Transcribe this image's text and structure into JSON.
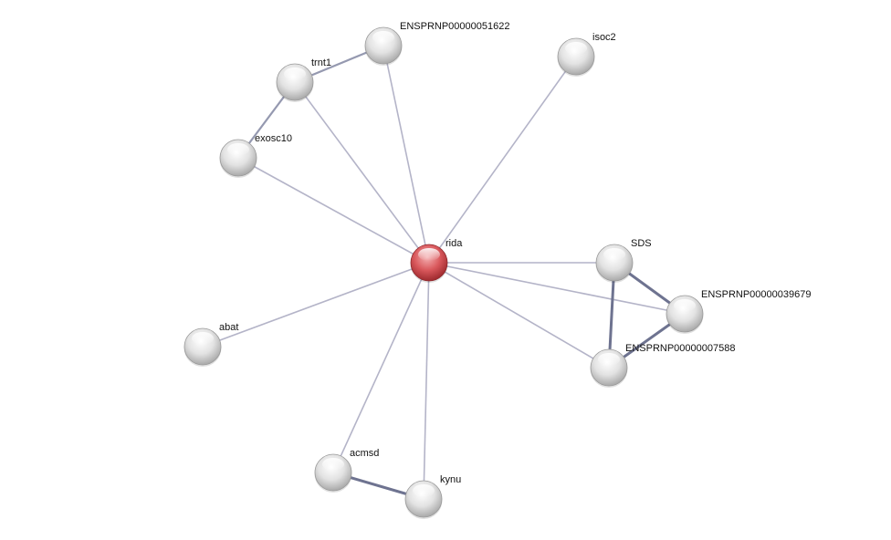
{
  "network": {
    "colors": {
      "query_node": "#d9454a",
      "node": "#e8e8e8",
      "edge": "#b4b4c8",
      "strong_edge": "#6e7390"
    },
    "nodes": [
      {
        "id": "rida",
        "label": "rida",
        "query": true
      },
      {
        "id": "n51622",
        "label": "ENSPRNP00000051622"
      },
      {
        "id": "isoc2",
        "label": "isoc2"
      },
      {
        "id": "trnt1",
        "label": "trnt1"
      },
      {
        "id": "exosc10",
        "label": "exosc10"
      },
      {
        "id": "SDS",
        "label": "SDS"
      },
      {
        "id": "n39679",
        "label": "ENSPRNP00000039679"
      },
      {
        "id": "n7588",
        "label": "ENSPRNP00000007588"
      },
      {
        "id": "abat",
        "label": "abat"
      },
      {
        "id": "acmsd",
        "label": "acmsd"
      },
      {
        "id": "kynu",
        "label": "kynu"
      }
    ],
    "edges": [
      {
        "from": "rida",
        "to": "n51622",
        "strength": "weak"
      },
      {
        "from": "rida",
        "to": "isoc2",
        "strength": "weak"
      },
      {
        "from": "rida",
        "to": "trnt1",
        "strength": "weak"
      },
      {
        "from": "rida",
        "to": "exosc10",
        "strength": "weak"
      },
      {
        "from": "rida",
        "to": "SDS",
        "strength": "weak"
      },
      {
        "from": "rida",
        "to": "n39679",
        "strength": "weak"
      },
      {
        "from": "rida",
        "to": "n7588",
        "strength": "weak"
      },
      {
        "from": "rida",
        "to": "abat",
        "strength": "weak"
      },
      {
        "from": "rida",
        "to": "acmsd",
        "strength": "weak"
      },
      {
        "from": "rida",
        "to": "kynu",
        "strength": "weak"
      },
      {
        "from": "trnt1",
        "to": "n51622",
        "strength": "medium"
      },
      {
        "from": "trnt1",
        "to": "exosc10",
        "strength": "medium"
      },
      {
        "from": "SDS",
        "to": "n39679",
        "strength": "strong"
      },
      {
        "from": "SDS",
        "to": "n7588",
        "strength": "strong"
      },
      {
        "from": "n39679",
        "to": "n7588",
        "strength": "strong"
      },
      {
        "from": "acmsd",
        "to": "kynu",
        "strength": "strong"
      }
    ]
  }
}
